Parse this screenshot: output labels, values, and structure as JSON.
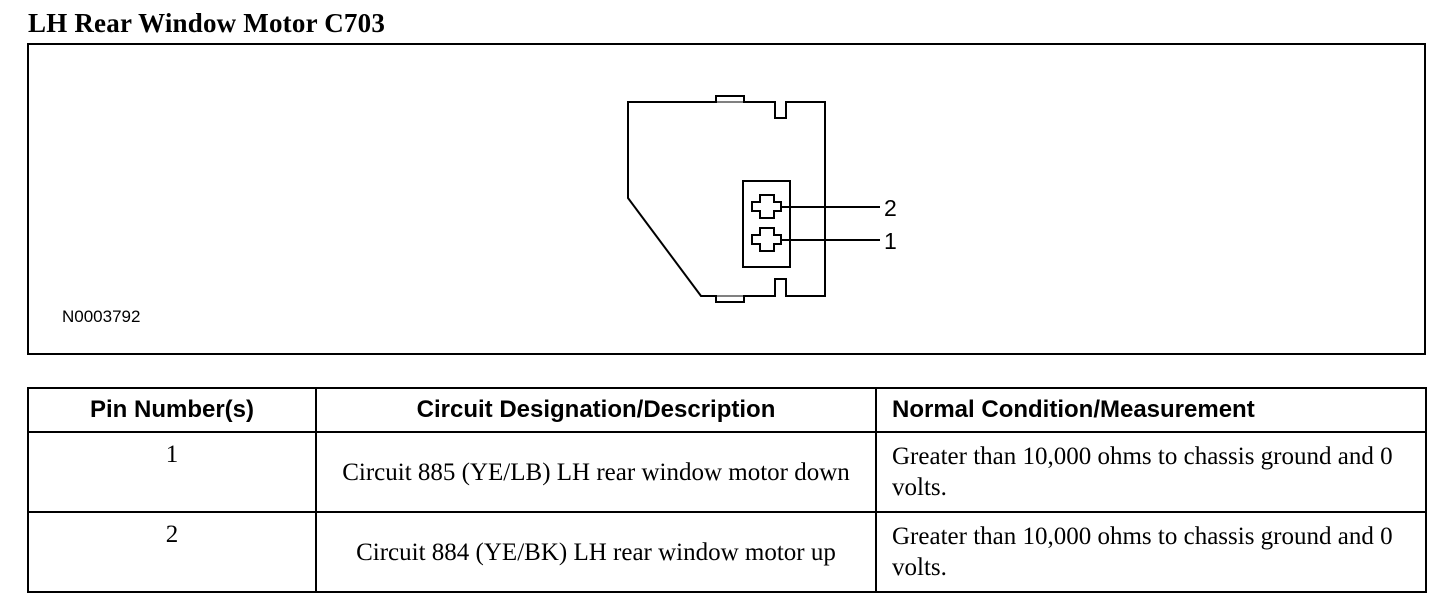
{
  "title": "LH Rear Window Motor C703",
  "figure": {
    "id": "N0003792",
    "pin_callouts": [
      "2",
      "1"
    ]
  },
  "table": {
    "headers": [
      "Pin Number(s)",
      "Circuit Designation/Description",
      "Normal Condition/Measurement"
    ],
    "rows": [
      {
        "pin": "1",
        "description": "Circuit 885 (YE/LB) LH rear window motor down",
        "measurement": "Greater than 10,000 ohms to chassis ground and 0 volts."
      },
      {
        "pin": "2",
        "description": "Circuit 884 (YE/BK) LH rear window motor up",
        "measurement": "Greater than 10,000 ohms to chassis ground and 0 volts."
      }
    ]
  }
}
